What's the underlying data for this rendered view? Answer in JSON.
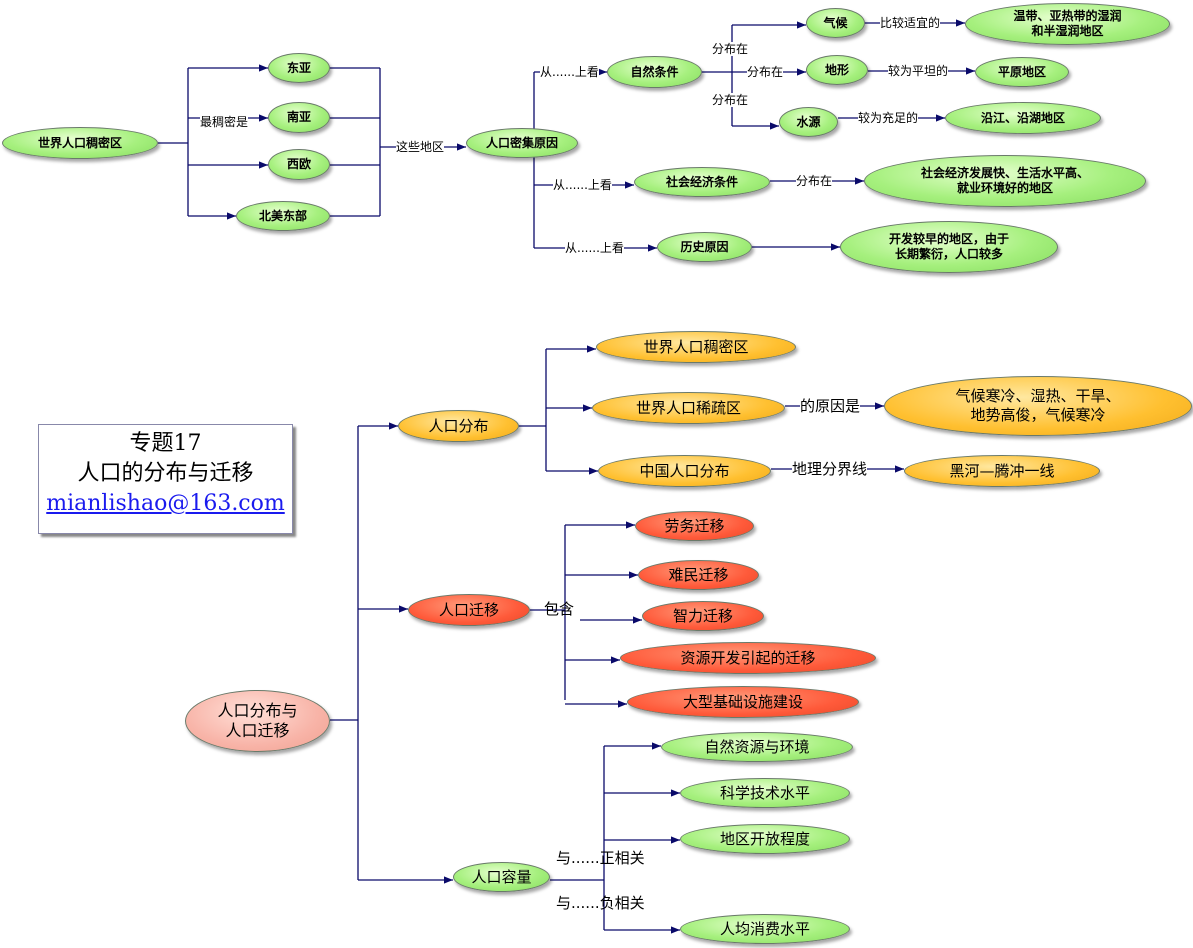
{
  "top": {
    "root": "世界人口稠密区",
    "root_edge": "最稠密是",
    "regions": [
      "东亚",
      "南亚",
      "西欧",
      "北美东部"
    ],
    "regions_edge": "这些地区",
    "reason": "人口密集原因",
    "natural": {
      "edge": "从......上看",
      "label": "自然条件",
      "climate": {
        "edge": "分布在",
        "label": "气候",
        "qual": "比较适宜的",
        "result": "温带、亚热带的湿润\n和半湿润地区"
      },
      "terrain": {
        "edge": "分布在",
        "label": "地形",
        "qual": "较为平坦的",
        "result": "平原地区"
      },
      "water": {
        "edge": "分布在",
        "label": "水源",
        "qual": "较为充足的",
        "result": "沿江、沿湖地区"
      }
    },
    "social": {
      "edge": "从......上看",
      "label": "社会经济条件",
      "qual": "分布在",
      "result": "社会经济发展快、生活水平高、\n就业环境好的地区"
    },
    "history": {
      "edge": "从......上看",
      "label": "历史原因",
      "result": "开发较早的地区，由于\n长期繁衍，人口较多"
    }
  },
  "title": {
    "line1": "专题17",
    "line2": "人口的分布与迁移",
    "email": "mianlishao@163.com"
  },
  "bottom": {
    "root": "人口分布与\n人口迁移",
    "distribution": {
      "label": "人口分布",
      "dense": "世界人口稠密区",
      "sparse": "世界人口稀疏区",
      "sparse_edge": "的原因是",
      "sparse_reason": "气候寒冷、湿热、干旱、\n地势高俊，气候寒冷",
      "china": "中国人口分布",
      "china_edge": "地理分界线",
      "china_line": "黑河—腾冲一线"
    },
    "migration": {
      "label": "人口迁移",
      "edge": "包含",
      "items": [
        "劳务迁移",
        "难民迁移",
        "智力迁移",
        "资源开发引起的迁移",
        "大型基础设施建设"
      ]
    },
    "capacity": {
      "label": "人口容量",
      "pos_edge": "与......正相关",
      "neg_edge": "与......负相关",
      "positive": [
        "自然资源与环境",
        "科学技术水平",
        "地区开放程度"
      ],
      "negative": [
        "人均消费水平"
      ]
    }
  }
}
